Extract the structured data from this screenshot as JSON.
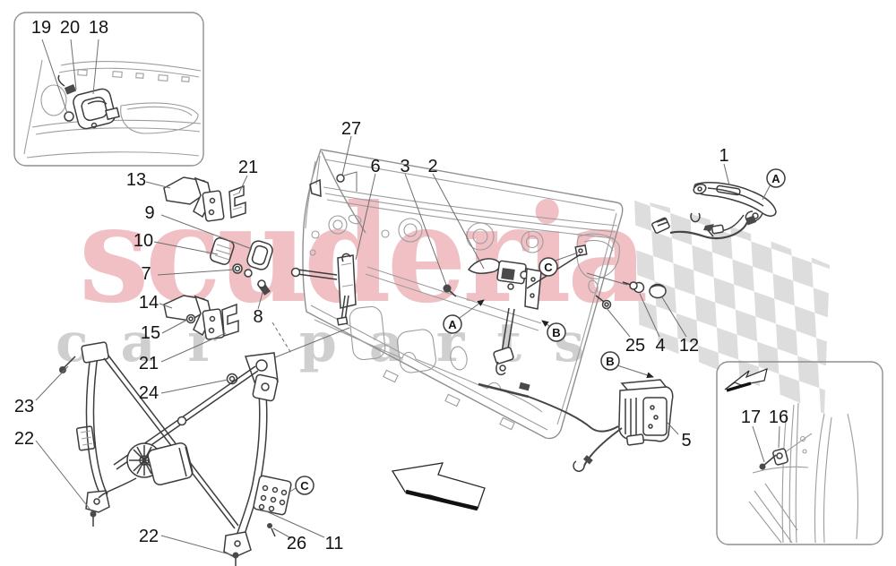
{
  "watermark": {
    "title": "scuderia",
    "subtitle": "car parts"
  },
  "colors": {
    "watermark_red": "#c81e2d",
    "watermark_gray": "#828282",
    "flag_gray": "#d5d5d5",
    "line_gray": "#8f8f8f",
    "dark_line": "#3d3d3d"
  },
  "insets": {
    "top_left": {
      "content": "door-trim-panel-with-inner-handle",
      "labels": {
        "l19": "19",
        "l20": "20",
        "l18": "18"
      }
    },
    "bottom_right": {
      "content": "door-jamb-with-striker",
      "labels": {
        "l17": "17",
        "l16": "16"
      }
    }
  },
  "callouts": {
    "c1": "1",
    "c2": "2",
    "c3": "3",
    "c4": "4",
    "c5": "5",
    "c6": "6",
    "c7": "7",
    "c8": "8",
    "c9": "9",
    "c10": "10",
    "c11": "11",
    "c12": "12",
    "c13": "13",
    "c14": "14",
    "c15": "15",
    "c16": "16",
    "c17": "17",
    "c18": "18",
    "c19": "19",
    "c20": "20",
    "c21a": "21",
    "c21b": "21",
    "c22a": "22",
    "c22b": "22",
    "c23": "23",
    "c24": "24",
    "c25": "25",
    "c26": "26",
    "c27": "27"
  },
  "detail_markers": {
    "a1": "A",
    "a2": "A",
    "b1": "B",
    "b2": "B",
    "c1": "C",
    "c2": "C"
  }
}
